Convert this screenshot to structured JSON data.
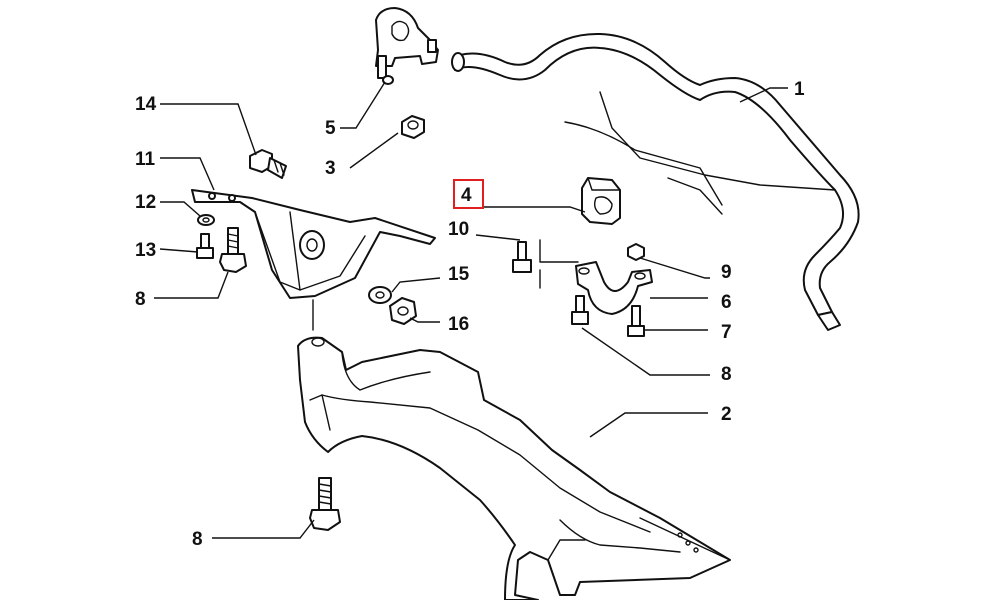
{
  "diagram": {
    "highlight_color": "#e02020",
    "callouts": [
      {
        "id": "c1",
        "label": "1"
      },
      {
        "id": "c2",
        "label": "2"
      },
      {
        "id": "c3",
        "label": "3"
      },
      {
        "id": "c4",
        "label": "4",
        "highlighted": true
      },
      {
        "id": "c5",
        "label": "5"
      },
      {
        "id": "c6",
        "label": "6"
      },
      {
        "id": "c7",
        "label": "7"
      },
      {
        "id": "c8a",
        "label": "8"
      },
      {
        "id": "c8b",
        "label": "8"
      },
      {
        "id": "c8c",
        "label": "8"
      },
      {
        "id": "c9",
        "label": "9"
      },
      {
        "id": "c10",
        "label": "10"
      },
      {
        "id": "c11",
        "label": "11"
      },
      {
        "id": "c12",
        "label": "12"
      },
      {
        "id": "c13",
        "label": "13"
      },
      {
        "id": "c14",
        "label": "14"
      },
      {
        "id": "c15",
        "label": "15"
      },
      {
        "id": "c16",
        "label": "16"
      }
    ]
  }
}
